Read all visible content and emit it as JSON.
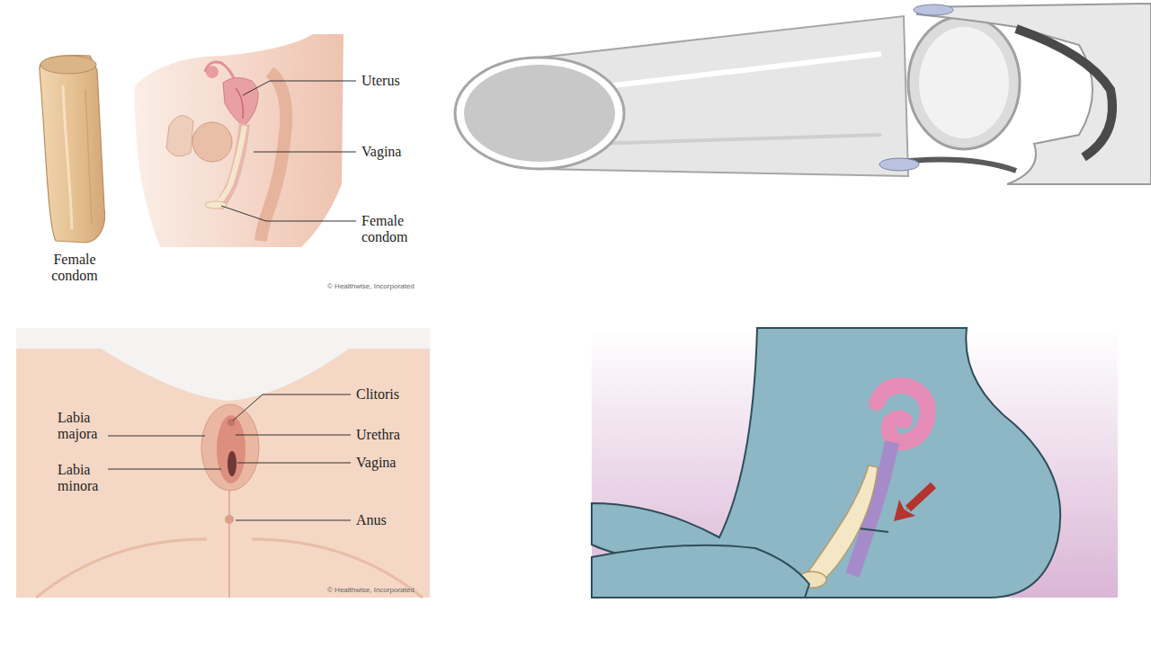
{
  "diagram": {
    "labels": [
      "Female condom",
      "Uterus",
      "Vagina",
      "Female condom",
      "© Healthwise, Incorporated",
      "Clitoris",
      "Urethra",
      "Vagina",
      "Labia majora",
      "Labia minora",
      "Anus",
      "© Healthwise, Incorporated"
    ]
  }
}
